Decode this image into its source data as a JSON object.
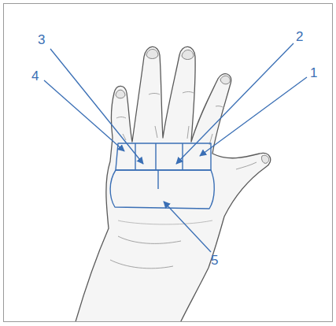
{
  "diagram": {
    "labels": [
      "3",
      "2",
      "4",
      "1",
      "5"
    ]
  }
}
